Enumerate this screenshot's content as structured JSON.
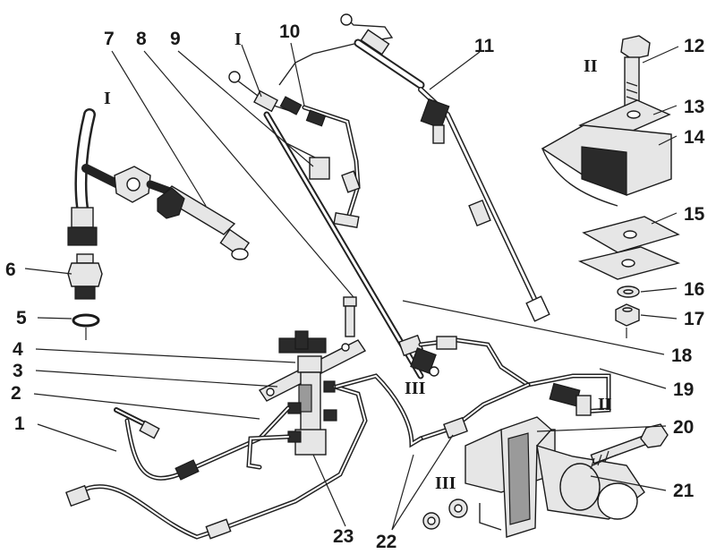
{
  "callouts": {
    "n1": "1",
    "n2": "2",
    "n3": "3",
    "n4": "4",
    "n5": "5",
    "n6": "6",
    "n7": "7",
    "n8": "8",
    "n9": "9",
    "n10": "10",
    "n11": "11",
    "n12": "12",
    "n13": "13",
    "n14": "14",
    "n15": "15",
    "n16": "16",
    "n17": "17",
    "n18": "18",
    "n19": "19",
    "n20": "20",
    "n21": "21",
    "n22": "22",
    "n23": "23"
  },
  "views": {
    "detail_I_left": "I",
    "detail_I_top": "I",
    "detail_II_right": "II",
    "detail_II_pipe": "II",
    "detail_III_rod": "III",
    "detail_III_bottom": "III"
  }
}
